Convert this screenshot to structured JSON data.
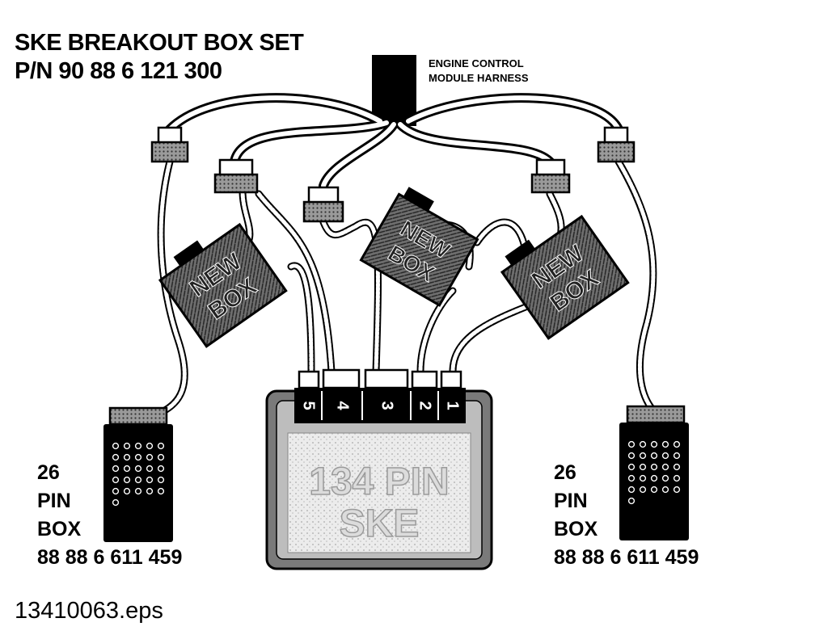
{
  "title": {
    "line1": "SKE BREAKOUT BOX SET",
    "line2": "P/N 90 88 6 121 300"
  },
  "ecm_harness": {
    "line1": "ENGINE CONTROL",
    "line2": "MODULE HARNESS"
  },
  "new_boxes": [
    {
      "line1": "NEW",
      "line2": "BOX"
    },
    {
      "line1": "NEW",
      "line2": "BOX"
    },
    {
      "line1": "NEW",
      "line2": "BOX"
    }
  ],
  "ske_box": {
    "line1": "134 PIN",
    "line2": "SKE",
    "ports": [
      "5",
      "4",
      "3",
      "2",
      "1"
    ]
  },
  "pin_box_left": {
    "line1": "26",
    "line2": "PIN",
    "line3": "BOX",
    "part": "88 88 6 611 459"
  },
  "pin_box_right": {
    "line1": "26",
    "line2": "PIN",
    "line3": "BOX",
    "part": "88 88 6 611 459"
  },
  "footer": "13410063.eps",
  "colors": {
    "ink": "#000000",
    "cable_fill": "#ffffff",
    "box_fill": "#8a8a8a",
    "ske_fill": "#e6e6e6",
    "connector_fill": "#9a9a9a"
  }
}
